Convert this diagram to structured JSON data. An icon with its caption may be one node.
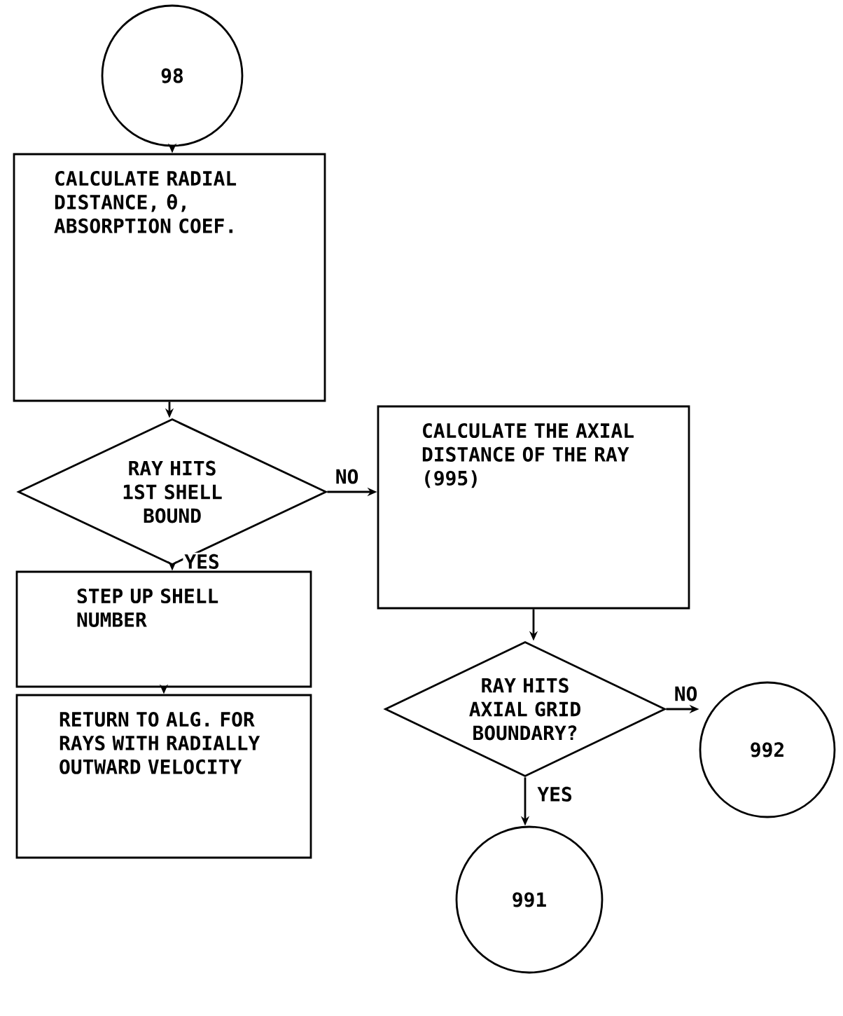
{
  "diagram": {
    "nodes": [
      {
        "text": [
          "98"
        ]
      },
      {
        "text": [
          "CALCULATE RADIAL DISTANCE, θ, ABSORPTION COEF."
        ]
      },
      {
        "text": [
          "RAY HITS 1ST SHELL BOUND"
        ]
      },
      {
        "text": [
          "STEP UP SHELL NUMBER"
        ]
      },
      {
        "text": [
          "RETURN TO ALG. FOR RAYS WITH RADIALLY OUTWARD VELOCITY"
        ]
      },
      {
        "text": [
          "CALCULATE THE AXIAL DISTANCE OF THE RAY (995)"
        ]
      },
      {
        "text": [
          "RAY HITS AXIAL GRID BOUNDARY?"
        ]
      },
      {
        "text": [
          "992"
        ]
      },
      {
        "text": [
          "991"
        ]
      }
    ],
    "edges": [
      {
        "from": 0,
        "to": 1,
        "arrow": "to"
      },
      {
        "from": 1,
        "to": 2,
        "arrow": "to"
      },
      {
        "from": 2,
        "to": 5,
        "arrow": "to",
        "label": "NO"
      },
      {
        "from": 2,
        "to": 3,
        "arrow": "to",
        "label": "YES"
      },
      {
        "from": 3,
        "to": 4,
        "arrow": "to"
      },
      {
        "from": 5,
        "to": 6,
        "arrow": "to"
      },
      {
        "from": 6,
        "to": 7,
        "arrow": "to",
        "label": "NO"
      },
      {
        "from": 6,
        "to": 8,
        "arrow": "to",
        "label": "YES"
      }
    ]
  }
}
